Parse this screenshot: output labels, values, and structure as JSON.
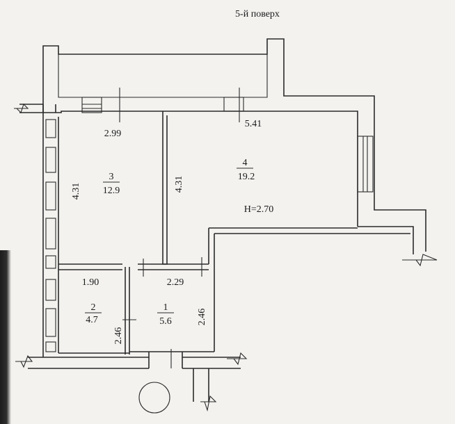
{
  "title": "5-й поверх",
  "ceiling_height": "H=2.70",
  "rooms": [
    {
      "id": "1",
      "area": "5.6"
    },
    {
      "id": "2",
      "area": "4.7"
    },
    {
      "id": "3",
      "area": "12.9"
    },
    {
      "id": "4",
      "area": "19.2"
    }
  ],
  "dimensions": {
    "room3_width": "2.99",
    "room3_depth": "4.31",
    "room4_width": "5.41",
    "room4_depth": "4.31",
    "room2_width": "1.90",
    "room2_depth": "2.46",
    "room1_width": "2.29",
    "room1_depth": "2.46"
  }
}
